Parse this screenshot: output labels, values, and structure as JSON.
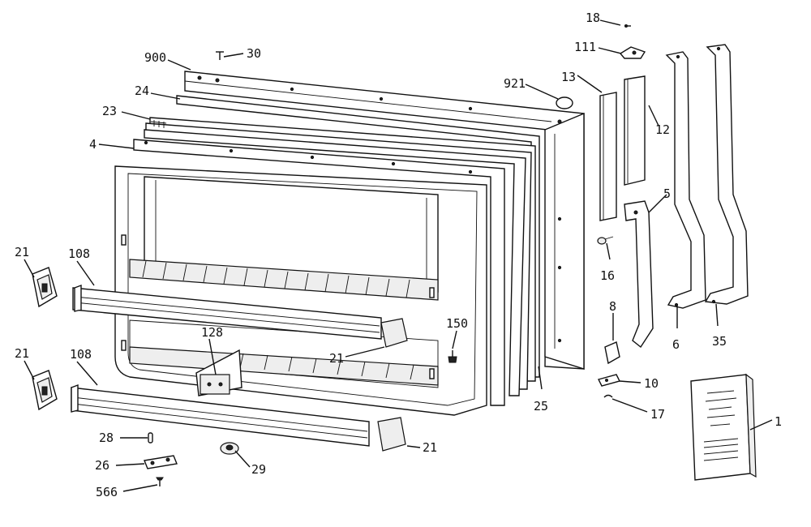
{
  "callouts": [
    {
      "id": "c900",
      "label": "900"
    },
    {
      "id": "c30",
      "label": "30"
    },
    {
      "id": "c24",
      "label": "24"
    },
    {
      "id": "c23",
      "label": "23"
    },
    {
      "id": "c4",
      "label": "4"
    },
    {
      "id": "c921",
      "label": "921"
    },
    {
      "id": "c13",
      "label": "13"
    },
    {
      "id": "c18",
      "label": "18"
    },
    {
      "id": "c111",
      "label": "111"
    },
    {
      "id": "c12",
      "label": "12"
    },
    {
      "id": "c5",
      "label": "5"
    },
    {
      "id": "c16",
      "label": "16"
    },
    {
      "id": "c8",
      "label": "8"
    },
    {
      "id": "c6",
      "label": "6"
    },
    {
      "id": "c35",
      "label": "35"
    },
    {
      "id": "c10",
      "label": "10"
    },
    {
      "id": "c17",
      "label": "17"
    },
    {
      "id": "c1",
      "label": "1"
    },
    {
      "id": "c21a",
      "label": "21"
    },
    {
      "id": "c108a",
      "label": "108"
    },
    {
      "id": "c21b",
      "label": "21"
    },
    {
      "id": "c108b",
      "label": "108"
    },
    {
      "id": "c128",
      "label": "128"
    },
    {
      "id": "c150",
      "label": "150"
    },
    {
      "id": "c21c",
      "label": "21"
    },
    {
      "id": "c25",
      "label": "25"
    },
    {
      "id": "c21d",
      "label": "21"
    },
    {
      "id": "c28",
      "label": "28"
    },
    {
      "id": "c26",
      "label": "26"
    },
    {
      "id": "c29",
      "label": "29"
    },
    {
      "id": "c566",
      "label": "566"
    }
  ]
}
